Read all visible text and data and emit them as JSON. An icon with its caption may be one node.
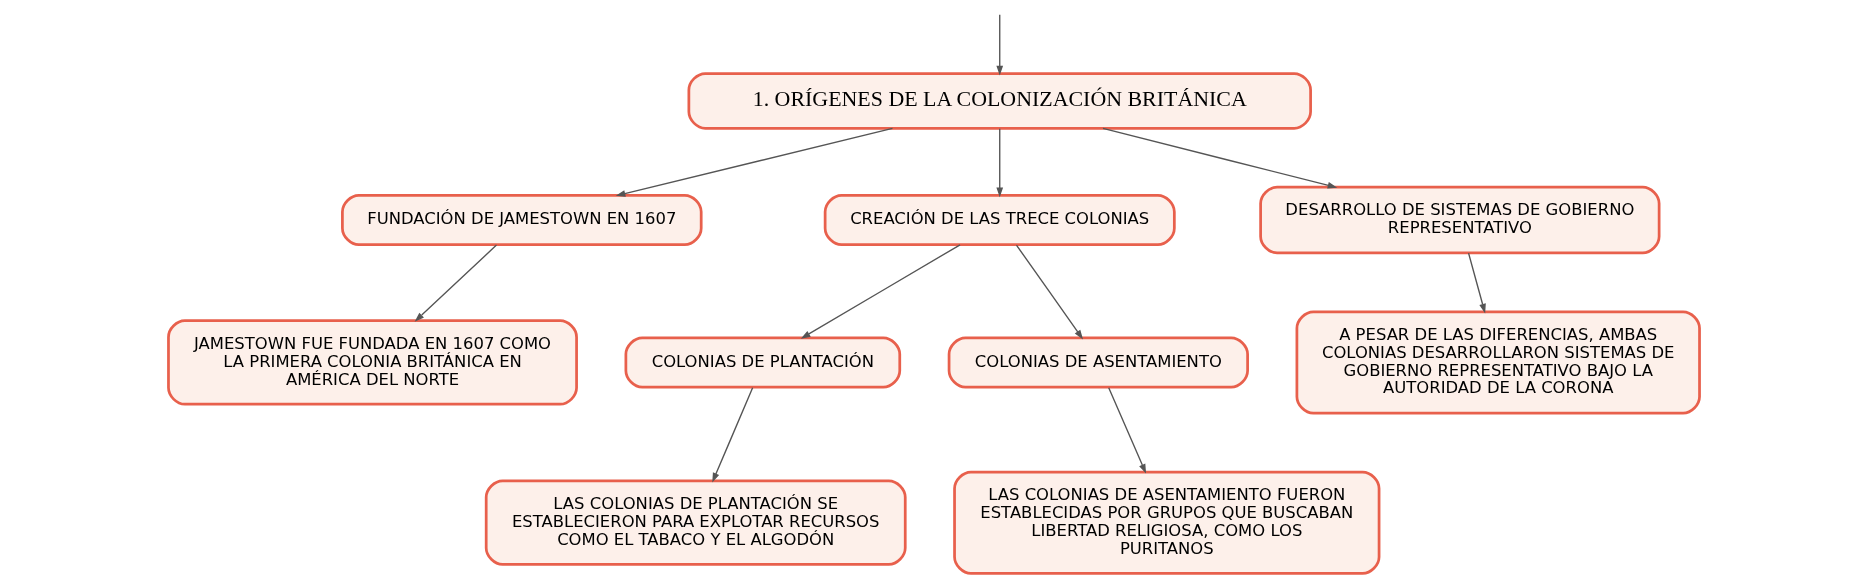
{
  "diagram": {
    "nodes": [
      {
        "text": [
          "1. ORÍGENES DE LA COLONIZACIÓN BRITÁNICA"
        ]
      },
      {
        "text": [
          "FUNDACIÓN DE JAMESTOWN EN 1607"
        ]
      },
      {
        "text": [
          "JAMESTOWN FUE FUNDADA EN 1607 COMO LA PRIMERA COLONIA BRITÁNICA EN AMÉRICA DEL NORTE"
        ]
      },
      {
        "text": [
          "CREACIÓN DE LAS TRECE COLONIAS"
        ]
      },
      {
        "text": [
          "COLONIAS DE PLANTACIÓN"
        ]
      },
      {
        "text": [
          "LAS COLONIAS DE PLANTACIÓN SE ESTABLECIERON PARA EXPLOTAR RECURSOS COMO EL TABACO Y EL ALGODÓN"
        ]
      },
      {
        "text": [
          "COLONIAS DE ASENTAMIENTO"
        ]
      },
      {
        "text": [
          "LAS COLONIAS DE ASENTAMIENTO FUERON ESTABLECIDAS POR GRUPOS QUE BUSCABAN LIBERTAD RELIGIOSA, COMO LOS PURITANOS"
        ]
      },
      {
        "text": [
          "DESARROLLO DE SISTEMAS DE GOBIERNO REPRESENTATIVO"
        ]
      },
      {
        "text": [
          "A PESAR DE LAS DIFERENCIAS, AMBAS COLONIAS DESARROLLARON SISTEMAS DE GOBIERNO REPRESENTATIVO BAJO LA AUTORIDAD DE LA CORONA"
        ]
      }
    ],
    "edges": [
      {
        "from": null,
        "to": 0,
        "arrow": "to"
      },
      {
        "from": 0,
        "to": 1,
        "arrow": "to"
      },
      {
        "from": 1,
        "to": 2,
        "arrow": "to"
      },
      {
        "from": 0,
        "to": 3,
        "arrow": "to"
      },
      {
        "from": 3,
        "to": 4,
        "arrow": "to"
      },
      {
        "from": 4,
        "to": 5,
        "arrow": "to"
      },
      {
        "from": 3,
        "to": 6,
        "arrow": "to"
      },
      {
        "from": 6,
        "to": 7,
        "arrow": "to"
      },
      {
        "from": 0,
        "to": 8,
        "arrow": "to"
      },
      {
        "from": 8,
        "to": 9,
        "arrow": "to"
      }
    ]
  }
}
